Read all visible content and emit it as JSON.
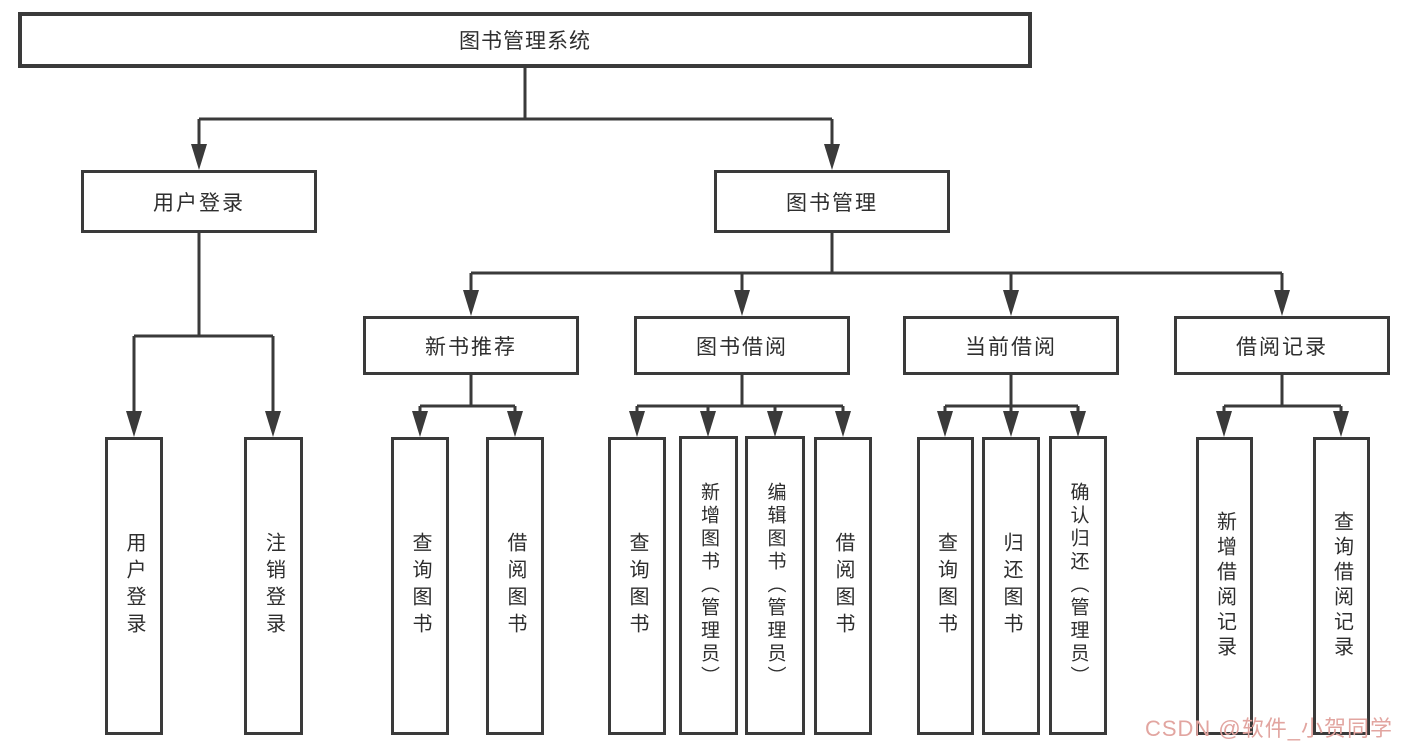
{
  "diagram": {
    "type": "hierarchy-chart",
    "colors": {
      "line": "#3a3a3a",
      "box_border": "#3a3a3a",
      "text": "#2e2e2e",
      "background": "#ffffff",
      "watermark": "#e2a5a0"
    }
  },
  "tree": {
    "root": {
      "label": "图书管理系统",
      "children": [
        {
          "label": "用户登录",
          "children": [
            {
              "label": "用户登录"
            },
            {
              "label": "注销登录"
            }
          ]
        },
        {
          "label": "图书管理",
          "children": [
            {
              "label": "新书推荐",
              "children": [
                {
                  "label": "查询图书"
                },
                {
                  "label": "借阅图书"
                }
              ]
            },
            {
              "label": "图书借阅",
              "children": [
                {
                  "label": "查询图书"
                },
                {
                  "label": "新增图书（管理员）"
                },
                {
                  "label": "编辑图书（管理员）"
                },
                {
                  "label": "借阅图书"
                }
              ]
            },
            {
              "label": "当前借阅",
              "children": [
                {
                  "label": "查询图书"
                },
                {
                  "label": "归还图书"
                },
                {
                  "label": "确认归还（管理员）"
                }
              ]
            },
            {
              "label": "借阅记录",
              "children": [
                {
                  "label": "新增借阅记录"
                },
                {
                  "label": "查询借阅记录"
                }
              ]
            }
          ]
        }
      ]
    }
  },
  "watermark": {
    "text": "CSDN @软件_小贺同学"
  }
}
